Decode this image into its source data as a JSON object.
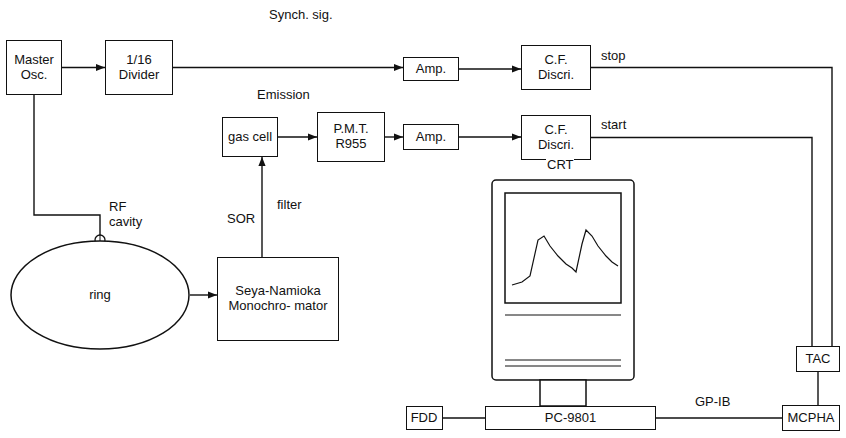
{
  "diagram": {
    "nodes": [
      {
        "text": [
          "Master Osc."
        ]
      },
      {
        "text": [
          "1/16 Divider"
        ]
      },
      {
        "text": [
          "Amp."
        ]
      },
      {
        "text": [
          "C.F. Discri."
        ]
      },
      {
        "text": [
          "gas cell"
        ]
      },
      {
        "text": [
          "P.M.T. R955"
        ]
      },
      {
        "text": [
          "Amp."
        ]
      },
      {
        "text": [
          "C.F. Discri."
        ]
      },
      {
        "text": [
          "ring"
        ]
      },
      {
        "text": [
          "Seya-Namioka Monochro- mator"
        ]
      },
      {
        "text": [
          "TAC"
        ]
      },
      {
        "text": [
          "MCPHA"
        ]
      },
      {
        "text": [
          "PC-9801"
        ]
      },
      {
        "text": [
          "FDD"
        ]
      }
    ],
    "edges": [
      {
        "from": 0,
        "to": 1,
        "arrow": "to"
      },
      {
        "from": 1,
        "to": 2,
        "arrow": "to"
      },
      {
        "from": 2,
        "to": 3,
        "arrow": "to"
      },
      {
        "from": 3,
        "to": 10,
        "label": "stop",
        "arrow": "none"
      },
      {
        "from": 0,
        "to": 8,
        "arrow": "none"
      },
      {
        "from": 8,
        "to": 9,
        "arrow": "to"
      },
      {
        "from": 9,
        "to": 4,
        "label": "SOR",
        "arrow": "to"
      },
      {
        "from": 4,
        "to": 5,
        "arrow": "to"
      },
      {
        "from": 5,
        "to": 6,
        "arrow": "to"
      },
      {
        "from": 6,
        "to": 7,
        "arrow": "to"
      },
      {
        "from": 7,
        "to": 10,
        "label": "start",
        "arrow": "none"
      },
      {
        "from": 10,
        "to": 11,
        "arrow": "none"
      },
      {
        "from": 11,
        "to": 12,
        "label": "GP-IB",
        "arrow": "none"
      },
      {
        "from": 13,
        "to": 12,
        "arrow": "none"
      }
    ],
    "labels": [
      "Synch. sig.",
      "Emission",
      "RF cavity",
      "filter",
      "CRT"
    ]
  }
}
